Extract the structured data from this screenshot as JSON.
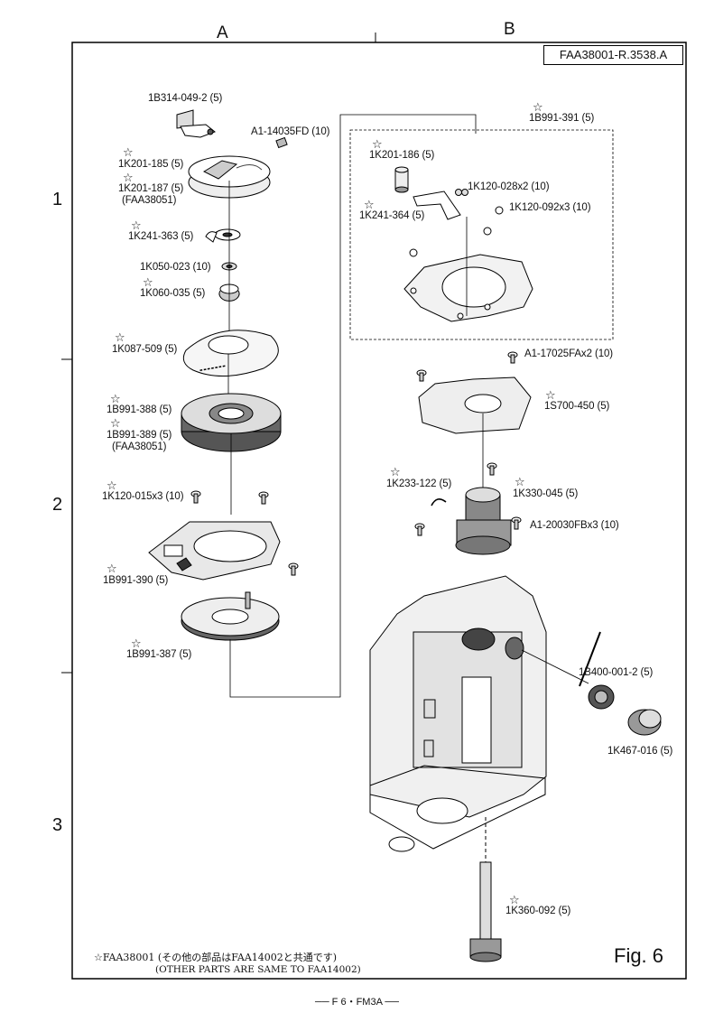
{
  "header": {
    "col_a": "A",
    "col_b": "B",
    "doc_id": "FAA38001-R.3538.A"
  },
  "grid_rows": [
    "1",
    "2",
    "3"
  ],
  "star": "☆",
  "parts": {
    "p_1b314": "1B314-049-2 (5)",
    "p_a114035": "A1-14035FD (10)",
    "p_1k201_185": "1K201-185 (5)",
    "p_1k201_187": "1K201-187 (5)",
    "p_faa38051_a": "(FAA38051)",
    "p_1k241_363": "1K241-363 (5)",
    "p_1k050": "1K050-023 (10)",
    "p_1k060": "1K060-035 (5)",
    "p_1k087": "1K087-509 (5)",
    "p_1b991_388": "1B991-388 (5)",
    "p_1b991_389": "1B991-389 (5)",
    "p_faa38051_b": "(FAA38051)",
    "p_1k120_015": "1K120-015x3 (10)",
    "p_1b991_390": "1B991-390 (5)",
    "p_1b991_387": "1B991-387 (5)",
    "p_1b991_391": "1B991-391 (5)",
    "p_1k201_186": "1K201-186 (5)",
    "p_1k120_028": "1K120-028x2 (10)",
    "p_1k241_364": "1K241-364 (5)",
    "p_1k120_092": "1K120-092x3 (10)",
    "p_a117025": "A1-17025FAx2 (10)",
    "p_1s700": "1S700-450 (5)",
    "p_1k233": "1K233-122 (5)",
    "p_1k330": "1K330-045 (5)",
    "p_a120030": "A1-20030FBx3 (10)",
    "p_1b400": "1B400-001-2 (5)",
    "p_1k467": "1K467-016 (5)",
    "p_1k360": "1K360-092 (5)"
  },
  "notes": {
    "jp": "☆FAA38001 (その他の部品はFAA14002と共通です)",
    "en": "(OTHER PARTS ARE SAME TO FAA14002)"
  },
  "figure_label": "Fig. 6",
  "footer": "── F 6・FM3A ──"
}
